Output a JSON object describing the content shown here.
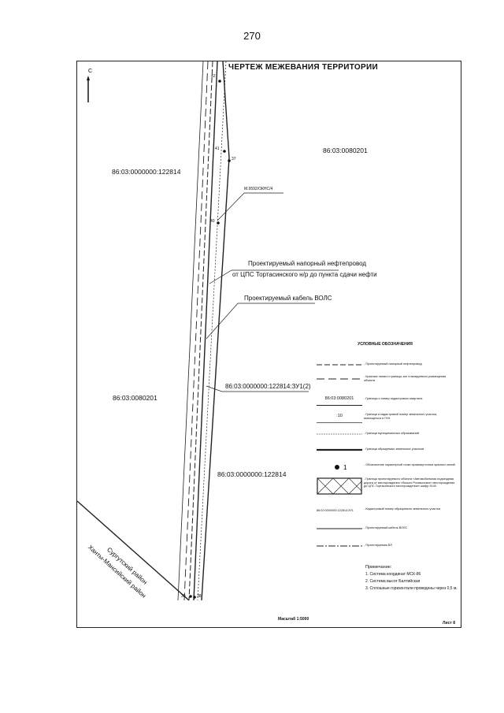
{
  "page_number": "270",
  "title": "ЧЕРТЕЖ МЕЖЕВАНИЯ ТЕРРИТОРИИ",
  "compass": {
    "letter": "С"
  },
  "parcels": {
    "p1": "86:03:0080201",
    "p2": "86:03:0000000:122814",
    "p3": "86:03:0080201",
    "p4": "86:03:0000000:122814"
  },
  "callouts": {
    "mark": "М.9592/ОКНС/4",
    "pipeline_1": "Проектируемый напорный нефтепровод",
    "pipeline_2": "от ЦПС Тортасинского н/р до пункта сдачи нефти",
    "cable": "Проектируемый кабель ВОЛС",
    "zu": "86:03:0000000:122814:ЗУ1(2)"
  },
  "points": {
    "p42": "42",
    "p41": "41",
    "p37": "37",
    "p40": "40",
    "p39": "39",
    "p38": "38"
  },
  "districts": {
    "a": "Сургутский район",
    "b": "Ханты-Мансийский район"
  },
  "legend": {
    "title": "УСЛОВНЫЕ ОБОЗНАЧЕНИЯ",
    "items": [
      {
        "sym": "",
        "text": "- Проектируемый напорный нефтепровод"
      },
      {
        "sym": "",
        "text": "- Красные линии и границы зон планируемого размещения объекта"
      },
      {
        "sym": "86:03:0080201",
        "text": "- Границы и номер кадастрового квартала"
      },
      {
        "sym": ":10",
        "text": "- Граница и кадастровый номер земельного участка, имеющегося в ГКН"
      },
      {
        "sym": "",
        "text": "- Граница муниципальных образований"
      },
      {
        "sym": "",
        "text": "- Граница образуемых земельных участков"
      },
      {
        "sym": "1",
        "text": "- Обозначение характерной точки промежуточных красных линий"
      },
      {
        "sym": "",
        "text": "- Граница проектируемого объекта «Автомобильная подъездная дорога от месторождения «Лисьих Роговыхских» месторождения до ЦПС Тортасинского месторождения» шифр 9140"
      },
      {
        "sym": "86:02:0000000:122814:ЗУ1",
        "text": "- Кадастровый номер образуемого земельного участка"
      },
      {
        "sym": "",
        "text": "- Проектируемый кабель ВОЛС"
      },
      {
        "sym": "",
        "text": "- Проектируемая ВЛ"
      }
    ]
  },
  "notes": {
    "title": "Примечание:",
    "lines": [
      "1. Система координат МСК-86",
      "2. Система высот Балтийская",
      "3. Сплошные горизонтали проведены через 0,5 м."
    ]
  },
  "scale": "Масштаб 1:5000",
  "sheet": "Лист 8"
}
